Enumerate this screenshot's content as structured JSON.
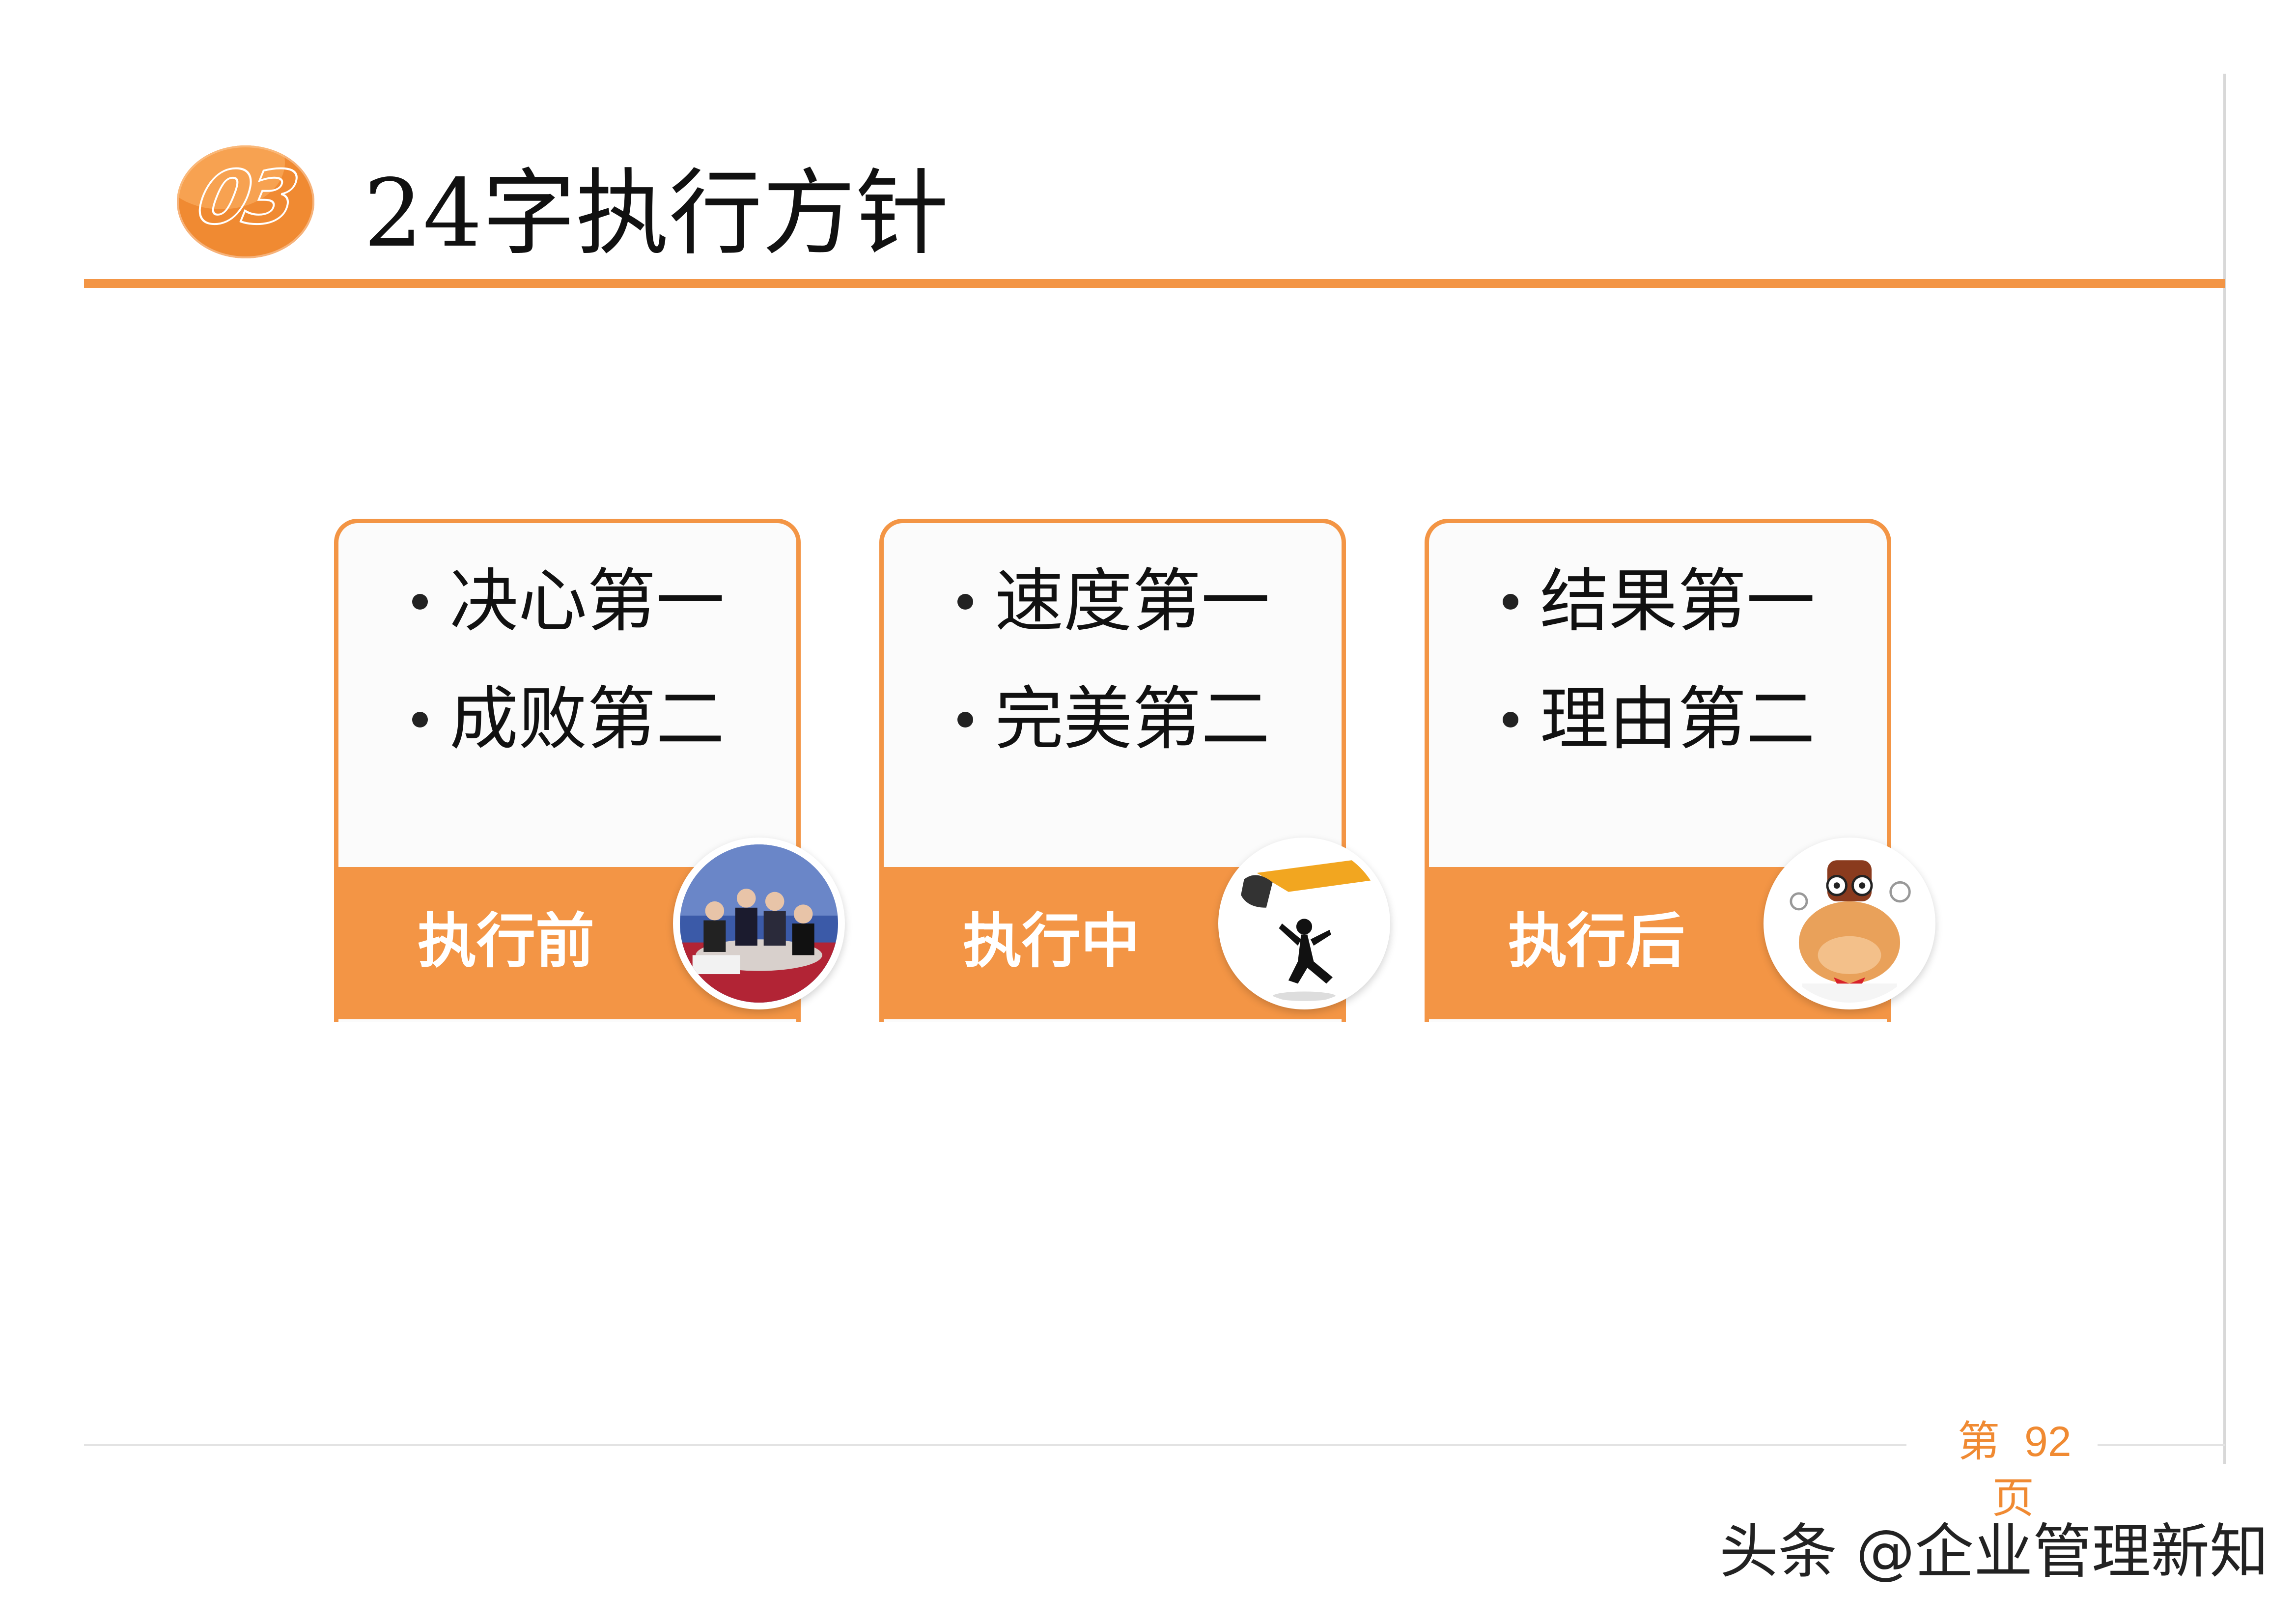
{
  "header": {
    "badge": "03",
    "title": "24字执行方针"
  },
  "cards": [
    {
      "bullets": [
        "决心第一",
        "成败第二"
      ],
      "label": "执行前",
      "image": "business-meeting-photo"
    },
    {
      "bullets": [
        "速度第一",
        "完美第二"
      ],
      "label": "执行中",
      "image": "running-man-excavator-illustration"
    },
    {
      "bullets": [
        "结果第一",
        "理由第二"
      ],
      "label": "执行后",
      "image": "cartoon-character-illustration"
    }
  ],
  "footer": {
    "page_prefix": "第",
    "page_number": "92",
    "page_suffix": "页",
    "watermark": "头条 @企业管理新知"
  },
  "colors": {
    "accent": "#f39545",
    "badge": "#f08a32",
    "text": "#111111"
  }
}
